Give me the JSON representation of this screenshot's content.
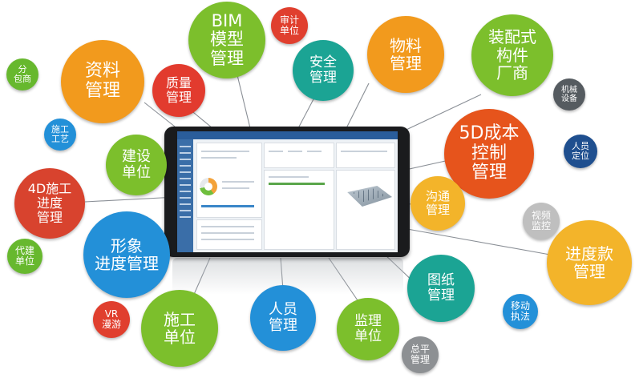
{
  "bubbles": [
    {
      "id": "ziliao",
      "lines": [
        "资料",
        "管理"
      ]
    },
    {
      "id": "zhiliang",
      "lines": [
        "质量",
        "管理"
      ]
    },
    {
      "id": "bim",
      "lines": [
        "BIM",
        "模型",
        "管理"
      ]
    },
    {
      "id": "shenji",
      "lines": [
        "审计",
        "单位"
      ]
    },
    {
      "id": "anquan",
      "lines": [
        "安全",
        "管理"
      ]
    },
    {
      "id": "wuliao",
      "lines": [
        "物料",
        "管理"
      ]
    },
    {
      "id": "zhuangpei",
      "lines": [
        "装配式",
        "构件",
        "厂商"
      ]
    },
    {
      "id": "jixie",
      "lines": [
        "机械",
        "设备"
      ]
    },
    {
      "id": "fenbao",
      "lines": [
        "分",
        "包商"
      ]
    },
    {
      "id": "shigonggongyi",
      "lines": [
        "施工",
        "工艺"
      ]
    },
    {
      "id": "jianshe",
      "lines": [
        "建设",
        "单位"
      ]
    },
    {
      "id": "chengben",
      "lines": [
        "5D成本",
        "控制",
        "管理"
      ]
    },
    {
      "id": "renyuandingwei",
      "lines": [
        "人员",
        "定位"
      ]
    },
    {
      "id": "jindu4d",
      "lines": [
        "4D施工",
        "进度",
        "管理"
      ]
    },
    {
      "id": "goutong",
      "lines": [
        "沟通",
        "管理"
      ]
    },
    {
      "id": "shipin",
      "lines": [
        "视频",
        "监控"
      ]
    },
    {
      "id": "daijian",
      "lines": [
        "代建",
        "单位"
      ]
    },
    {
      "id": "xingxiang",
      "lines": [
        "形象",
        "进度管理"
      ]
    },
    {
      "id": "jindukuan",
      "lines": [
        "进度款",
        "管理"
      ]
    },
    {
      "id": "tuzhi",
      "lines": [
        "图纸",
        "管理"
      ]
    },
    {
      "id": "vr",
      "lines": [
        "VR",
        "漫游"
      ]
    },
    {
      "id": "shigongdanwei",
      "lines": [
        "施工",
        "单位"
      ]
    },
    {
      "id": "renyuan",
      "lines": [
        "人员",
        "管理"
      ]
    },
    {
      "id": "jianli",
      "lines": [
        "监理",
        "单位"
      ]
    },
    {
      "id": "yidong",
      "lines": [
        "移动",
        "执法"
      ]
    },
    {
      "id": "zongping",
      "lines": [
        "总平",
        "管理"
      ]
    }
  ]
}
